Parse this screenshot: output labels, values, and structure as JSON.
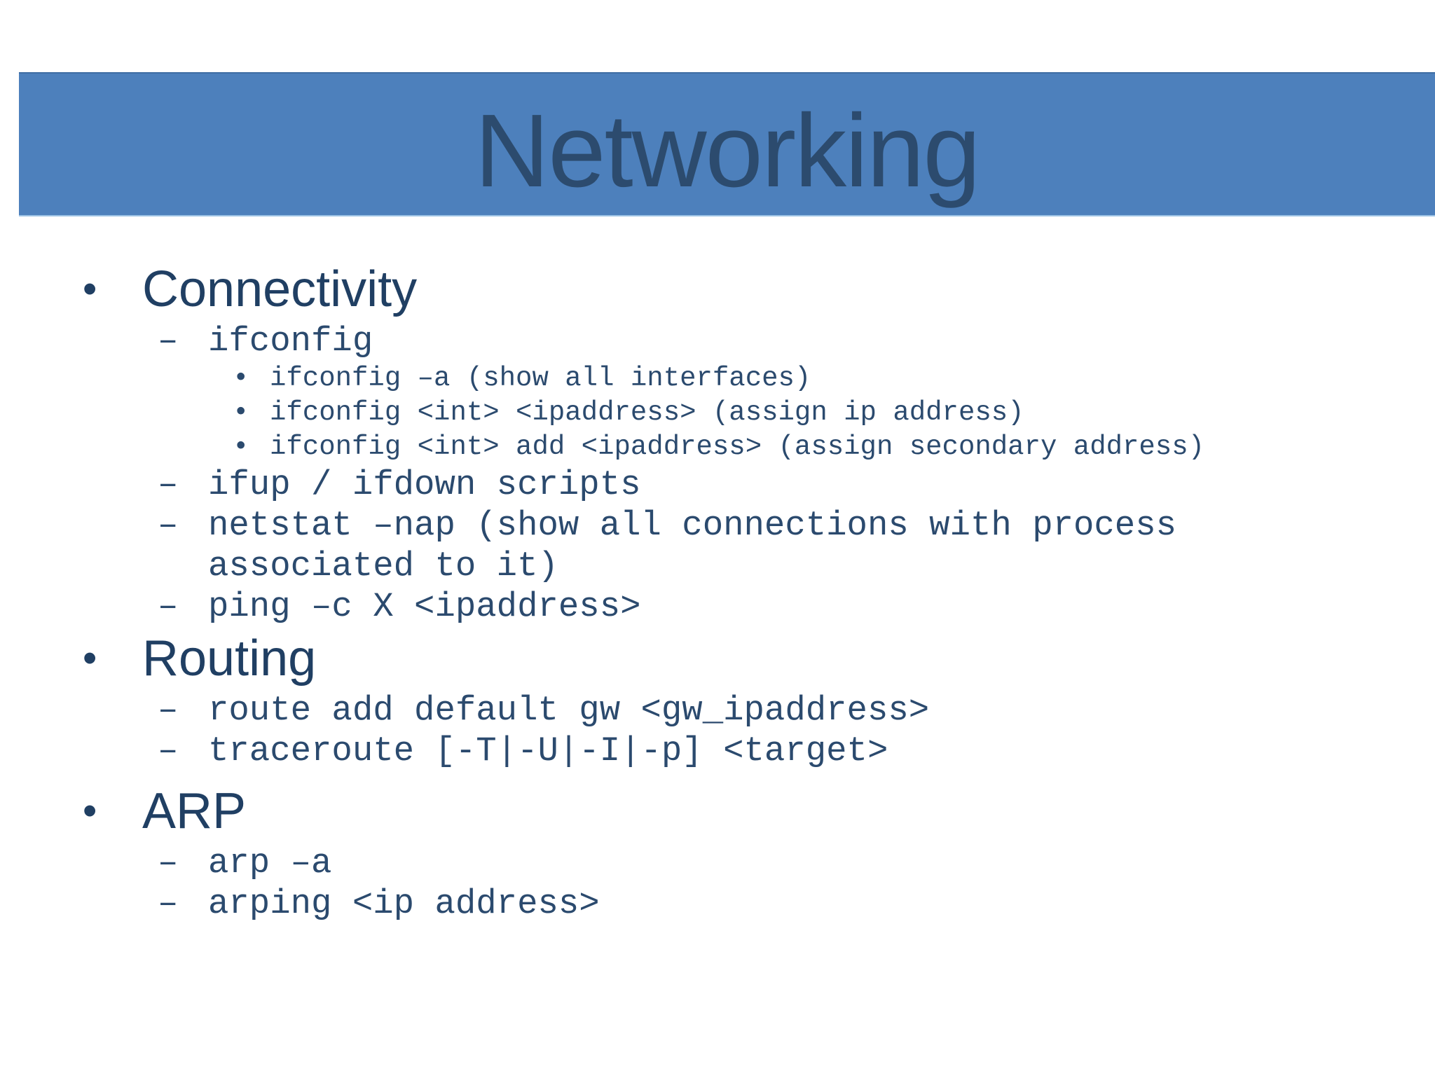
{
  "slide": {
    "title": "Networking",
    "markers": {
      "l1": "•",
      "l2": "–",
      "l3": "•"
    },
    "colors": {
      "background": "#ffffff",
      "title_bar": "#4d80bc",
      "title_text": "#2c4b6e",
      "heading_text": "#203f63",
      "body_text": "#2b4a6e"
    },
    "bullets": [
      {
        "level": 1,
        "text": "Connectivity"
      },
      {
        "level": 2,
        "text": "ifconfig"
      },
      {
        "level": 3,
        "text": "ifconfig –a (show all interfaces)"
      },
      {
        "level": 3,
        "text": "ifconfig <int> <ipaddress> (assign ip address)"
      },
      {
        "level": 3,
        "text": "ifconfig <int> add <ipaddress> (assign secondary address)"
      },
      {
        "level": 2,
        "text": "ifup / ifdown scripts"
      },
      {
        "level": 2,
        "text": "netstat –nap (show all connections with process associated to it)"
      },
      {
        "level": 2,
        "text": "ping –c X <ipaddress>"
      },
      {
        "level": 1,
        "text": "Routing"
      },
      {
        "level": 2,
        "text": "route add default gw <gw_ipaddress>"
      },
      {
        "level": 2,
        "text": "traceroute [-T|-U|-I|-p] <target>"
      },
      {
        "level": 1,
        "text": "ARP"
      },
      {
        "level": 2,
        "text": "arp –a"
      },
      {
        "level": 2,
        "text": "arping <ip address>"
      }
    ]
  }
}
